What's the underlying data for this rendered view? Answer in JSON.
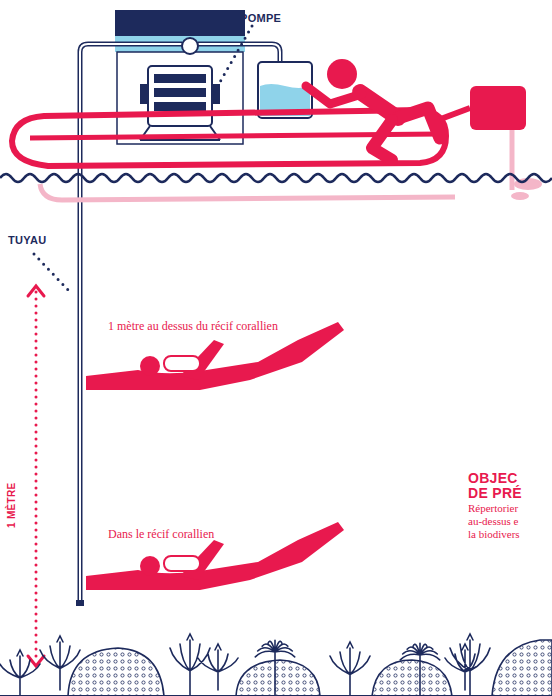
{
  "diagram": {
    "labels": [
      "POMPE",
      "TUYAU",
      "1 mètre au dessus du récif corallien",
      "1 MÈTRE",
      "OBJEC",
      "DE PRÉ",
      "Répertorier",
      "au-dessus e",
      "la biodivers",
      "Dans le récif corallien"
    ]
  }
}
